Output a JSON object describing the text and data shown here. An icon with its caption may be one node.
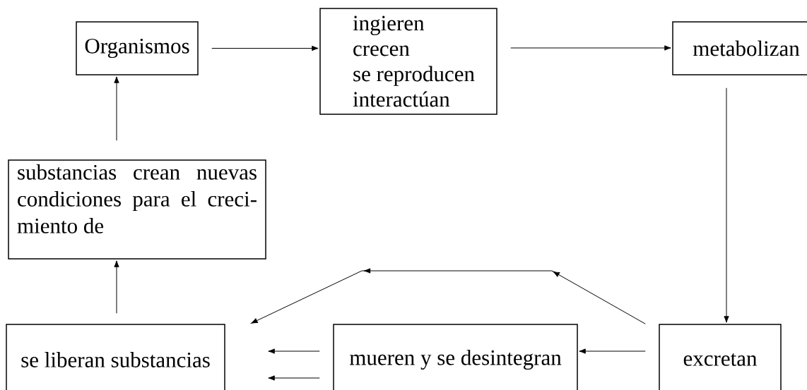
{
  "diagram": {
    "nodes": [
      {
        "text": [
          "Organismos"
        ]
      },
      {
        "text": [
          "ingieren",
          "crecen",
          "se reproducen",
          "interactúan"
        ]
      },
      {
        "text": [
          "metabolizan"
        ]
      },
      {
        "text": [
          "substancias crean nuevas condiciones para el creci- miento de"
        ]
      },
      {
        "text": [
          "se liberan substancias"
        ]
      },
      {
        "text": [
          "mueren y se desintegran"
        ]
      },
      {
        "text": [
          "excretan"
        ]
      }
    ],
    "edges": [
      {
        "from": 0,
        "to": 1,
        "arrow": "to"
      },
      {
        "from": 1,
        "to": 2,
        "arrow": "to"
      },
      {
        "from": 2,
        "to": 6,
        "arrow": "to"
      },
      {
        "from": 6,
        "to": 5,
        "arrow": "to"
      },
      {
        "from": 5,
        "to": 4,
        "arrow": "to"
      },
      {
        "from": 5,
        "to": 4,
        "arrow": "to"
      },
      {
        "from": 6,
        "to": 4,
        "arrow": "to"
      },
      {
        "from": 4,
        "to": 3,
        "arrow": "to"
      },
      {
        "from": 3,
        "to": 0,
        "arrow": "to"
      }
    ]
  }
}
